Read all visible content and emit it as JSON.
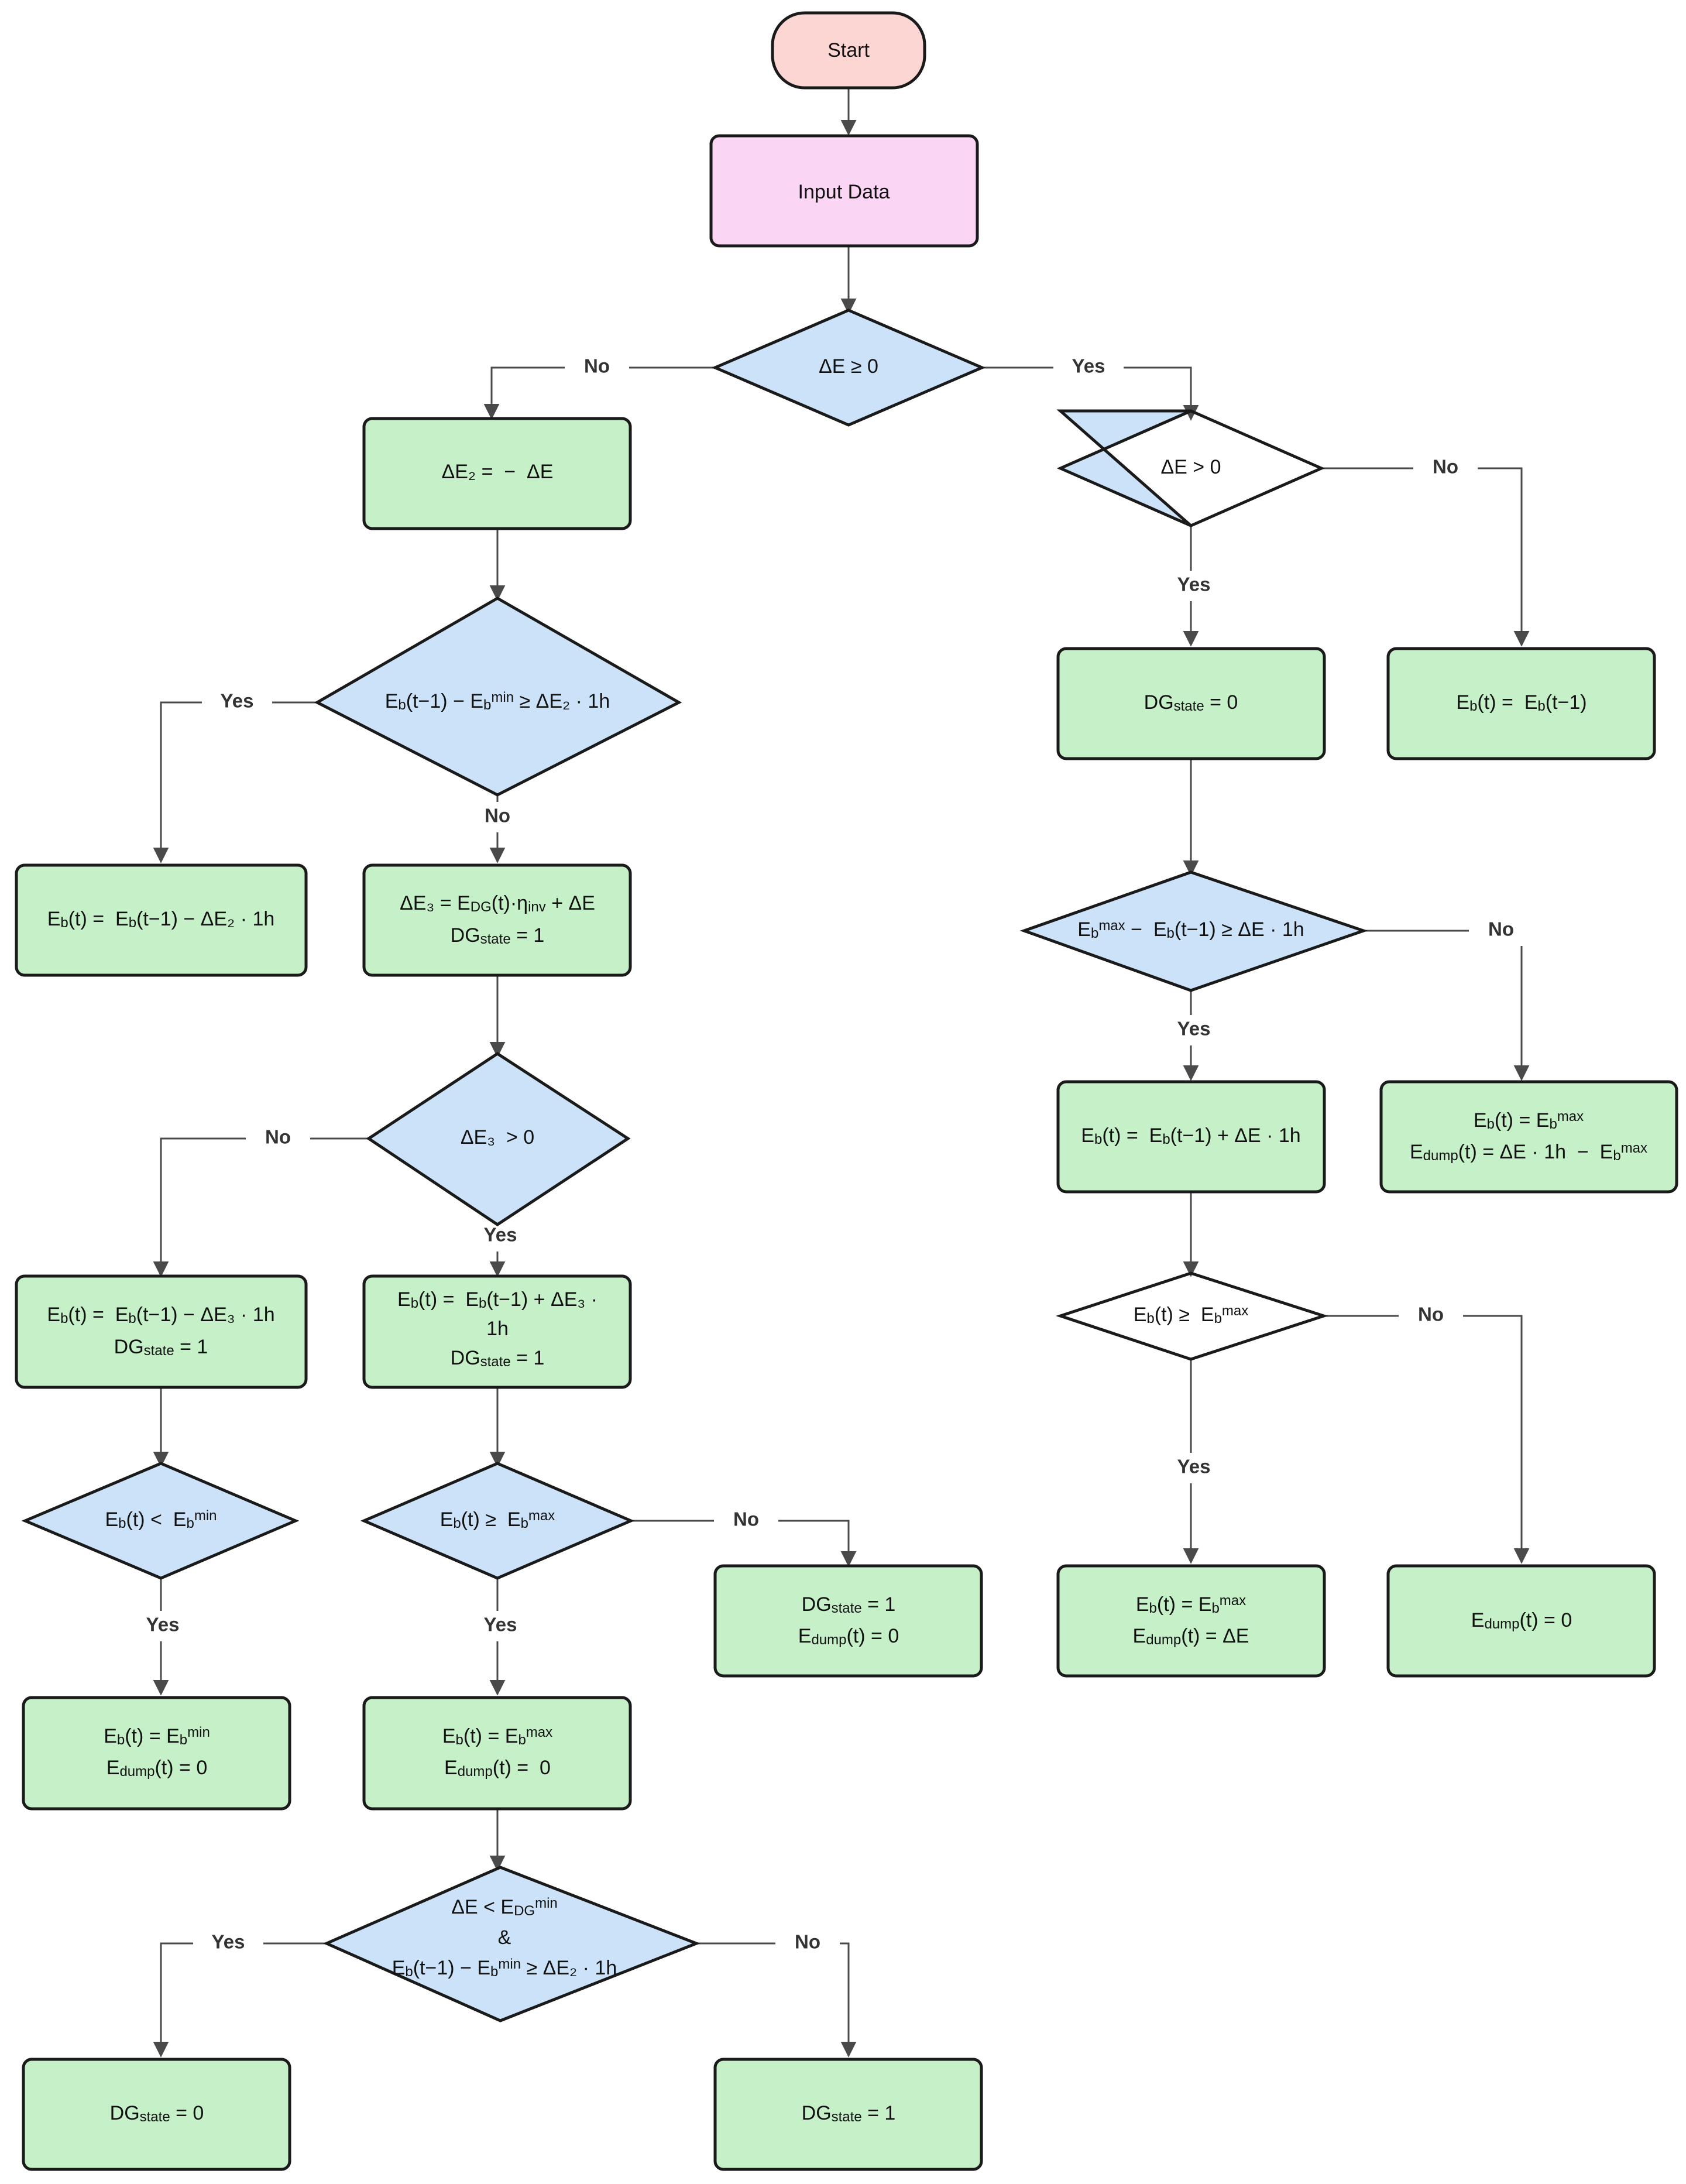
{
  "diagram": {
    "title": "Battery / Diesel Generator Energy Dispatch Flowchart",
    "colors": {
      "start_fill": "#fbd6d3",
      "io_fill": "#fbd5f4",
      "process_fill": "#c5f0c8",
      "decision_fill": "#cbe2f9",
      "node_stroke": "#1a1a1a",
      "edge_stroke": "#4a4a4a",
      "background": "#ffffff"
    },
    "edge_labels": {
      "yes": "Yes",
      "no": "No"
    },
    "nodes": {
      "start": {
        "kind": "start",
        "lines": [
          "Start"
        ]
      },
      "input_data": {
        "kind": "io",
        "lines": [
          "Input Data"
        ]
      },
      "d_de_ge_0": {
        "kind": "decision",
        "lines": [
          "ΔE ≥ 0"
        ]
      },
      "d_de_gt_0": {
        "kind": "decision",
        "lines": [
          "ΔE > 0"
        ]
      },
      "p_de2": {
        "kind": "process",
        "lines": [
          "ΔE₂ =  − ΔE"
        ]
      },
      "d_eb_min": {
        "kind": "decision",
        "lines": [
          "Eᵇ(t−1) − Eᵇᵐᴵᴺ ≥ ΔE₂ · 1h"
        ]
      },
      "p_eb_minus_de2": {
        "kind": "process",
        "lines": [
          "Eᵇ(t) =  Eᵇ(t−1) − ΔE₂ · 1h"
        ]
      },
      "p_de3": {
        "kind": "process",
        "lines": [
          "ΔE₃ = E_DG(t)·η_inv + ΔE",
          "DG_state = 1"
        ]
      },
      "d_de3_gt_0": {
        "kind": "decision",
        "lines": [
          "ΔE₃  > 0"
        ]
      },
      "p_eb_minus_de3": {
        "kind": "process",
        "lines": [
          "Eᵇ(t) =  Eᵇ(t−1) − ΔE₃ · 1h",
          "DG_state = 1"
        ]
      },
      "p_eb_plus_de3": {
        "kind": "process",
        "lines": [
          "Eᵇ(t) =  Eᵇ(t−1) + ΔE₃ ·",
          "1h",
          "DG_state = 1"
        ]
      },
      "d_eb_lt_min": {
        "kind": "decision",
        "lines": [
          "Eᵇ(t) <  Eᵇᵐᴵᴺ"
        ]
      },
      "d_eb_ge_max_l": {
        "kind": "decision",
        "lines": [
          "Eᵇ(t) ≥  Eᵇᵐᴬˣ"
        ]
      },
      "p_dg1_edump0": {
        "kind": "process",
        "lines": [
          "DG_state = 1",
          "E_dump(t) = 0"
        ]
      },
      "p_eb_min_clip": {
        "kind": "process",
        "lines": [
          "Eᵇ(t) = Eᵇᵐᴵᴺ",
          "E_dump(t) = 0"
        ]
      },
      "p_eb_max_clip": {
        "kind": "process",
        "lines": [
          "Eᵇ(t) = Eᵇᵐᴬˣ",
          "E_dump(t) =  0"
        ]
      },
      "d_compound": {
        "kind": "decision",
        "lines": [
          "ΔE < E_DGᵐᴵᴺ",
          "&",
          "Eᵇ(t−1) − Eᵇᵐᴵᴺ ≥ ΔE₂ · 1h"
        ]
      },
      "p_dg0_bottom": {
        "kind": "process",
        "lines": [
          "DG_state = 0"
        ]
      },
      "p_dg1_bottom": {
        "kind": "process",
        "lines": [
          "DG_state = 1"
        ]
      },
      "p_dg0_right": {
        "kind": "process",
        "lines": [
          "DG_state = 0"
        ]
      },
      "p_eb_hold": {
        "kind": "process",
        "lines": [
          "Eᵇ(t) =  Eᵇ(t−1)"
        ]
      },
      "d_head_max": {
        "kind": "decision",
        "lines": [
          "Eᵇᵐᴬˣ −  Eᵇ(t−1) ≥ ΔE · 1h"
        ]
      },
      "p_eb_plus_de": {
        "kind": "process",
        "lines": [
          "Eᵇ(t) =  Eᵇ(t−1) + ΔE · 1h"
        ]
      },
      "p_eb_max_dump": {
        "kind": "process",
        "lines": [
          "Eᵇ(t) = Eᵇᵐᴬˣ",
          "E_dump(t) = ΔE · 1h  −  Eᵇᵐᴬˣ"
        ]
      },
      "d_eb_ge_max_r": {
        "kind": "decision",
        "lines": [
          "Eᵇ(t) ≥  Eᵇᵐᴬˣ"
        ]
      },
      "p_eb_max_dumpde": {
        "kind": "process",
        "lines": [
          "Eᵇ(t) = Eᵇᵐᴬˣ",
          "E_dump(t) = ΔE"
        ]
      },
      "p_edump0_right": {
        "kind": "process",
        "lines": [
          "E_dump(t) = 0"
        ]
      }
    },
    "node_text": {
      "start": "Start",
      "input_data": "Input Data",
      "d_de_ge_0": "ΔE ≥ 0",
      "d_de_gt_0": "ΔE > 0",
      "p_de2": "ΔE₂ =  −  ΔE",
      "d_eb_min": "E_b(t−1) − E_b^min ≥ ΔE₂ · 1h",
      "p_eb_minus_de2": "E_b(t) =  E_b(t−1) − ΔE₂ · 1h",
      "p_de3_l1": "ΔE₃ = E_DG(t)·η_inv + ΔE",
      "p_de3_l2": "DG_state = 1",
      "d_de3_gt_0": "ΔE₃  > 0",
      "p_eb_minus_de3_l1": "E_b(t) =  E_b(t−1) − ΔE₃ · 1h",
      "p_eb_minus_de3_l2": "DG_state = 1",
      "p_eb_plus_de3_l1": "E_b(t) =  E_b(t−1) + ΔE₃ ·",
      "p_eb_plus_de3_l2": "1h",
      "p_eb_plus_de3_l3": "DG_state = 1",
      "d_eb_lt_min": "E_b(t) <  E_b^min",
      "d_eb_ge_max_l": "E_b(t) ≥  E_b^max",
      "p_dg1_edump0_l1": "DG_state = 1",
      "p_dg1_edump0_l2": "E_dump(t) = 0",
      "p_eb_min_clip_l1": "E_b(t) = E_b^min",
      "p_eb_min_clip_l2": "E_dump(t) = 0",
      "p_eb_max_clip_l1": "E_b(t) = E_b^max",
      "p_eb_max_clip_l2": "E_dump(t) =  0",
      "d_compound_l1": "ΔE < E_DG^min",
      "d_compound_l2": "&",
      "d_compound_l3": "E_b(t−1) − E_b^min ≥ ΔE₂ · 1h",
      "p_dg0_bottom": "DG_state = 0",
      "p_dg1_bottom": "DG_state = 1",
      "p_dg0_right": "DG_state = 0",
      "p_eb_hold": "E_b(t) =  E_b(t−1)",
      "d_head_max": "E_b^max −  E_b(t−1) ≥ ΔE · 1h",
      "p_eb_plus_de": "E_b(t) =  E_b(t−1) + ΔE · 1h",
      "p_eb_max_dump_l1": "E_b(t) = E_b^max",
      "p_eb_max_dump_l2": "E_dump(t) = ΔE · 1h  −  E_b^max",
      "d_eb_ge_max_r": "E_b(t) ≥  E_b^max",
      "p_eb_max_dumpde_l1": "E_b(t) = E_b^max",
      "p_eb_max_dumpde_l2": "E_dump(t) = ΔE",
      "p_edump0_right": "E_dump(t) = 0"
    }
  }
}
